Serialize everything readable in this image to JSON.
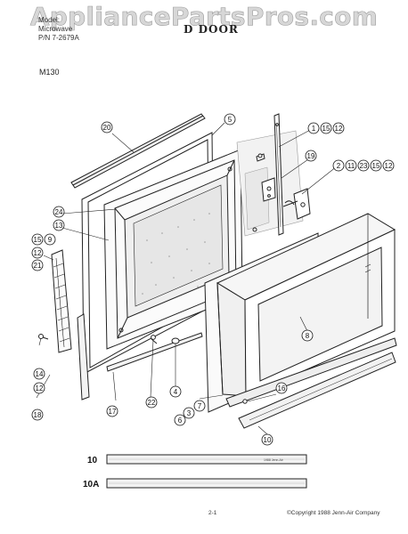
{
  "watermark": "AppliancePartsPros.com",
  "header": {
    "line1": "Model:",
    "line2": "Microwave",
    "line3": "P/N 7-2679A",
    "title": "D DOOR",
    "model": "M130"
  },
  "callouts": {
    "c1": "1",
    "c2": "2",
    "c3": "3",
    "c4": "4",
    "c5": "5",
    "c6": "6",
    "c7": "7",
    "c8": "8",
    "c9": "9",
    "c10": "10",
    "c11": "11",
    "c12": "12",
    "c13": "13",
    "c14": "14",
    "c15": "15",
    "c16": "16",
    "c17": "17",
    "c18": "18",
    "c19": "19",
    "c20": "20",
    "c21": "21",
    "c22": "22",
    "c23": "23",
    "c24": "24"
  },
  "strips": {
    "label_10": "10",
    "label_10a": "10A",
    "strip_text": "1988 Jenn-Air"
  },
  "footer": {
    "page": "2-1",
    "copyright": "©Copyright 1988 Jenn-Air Company"
  }
}
